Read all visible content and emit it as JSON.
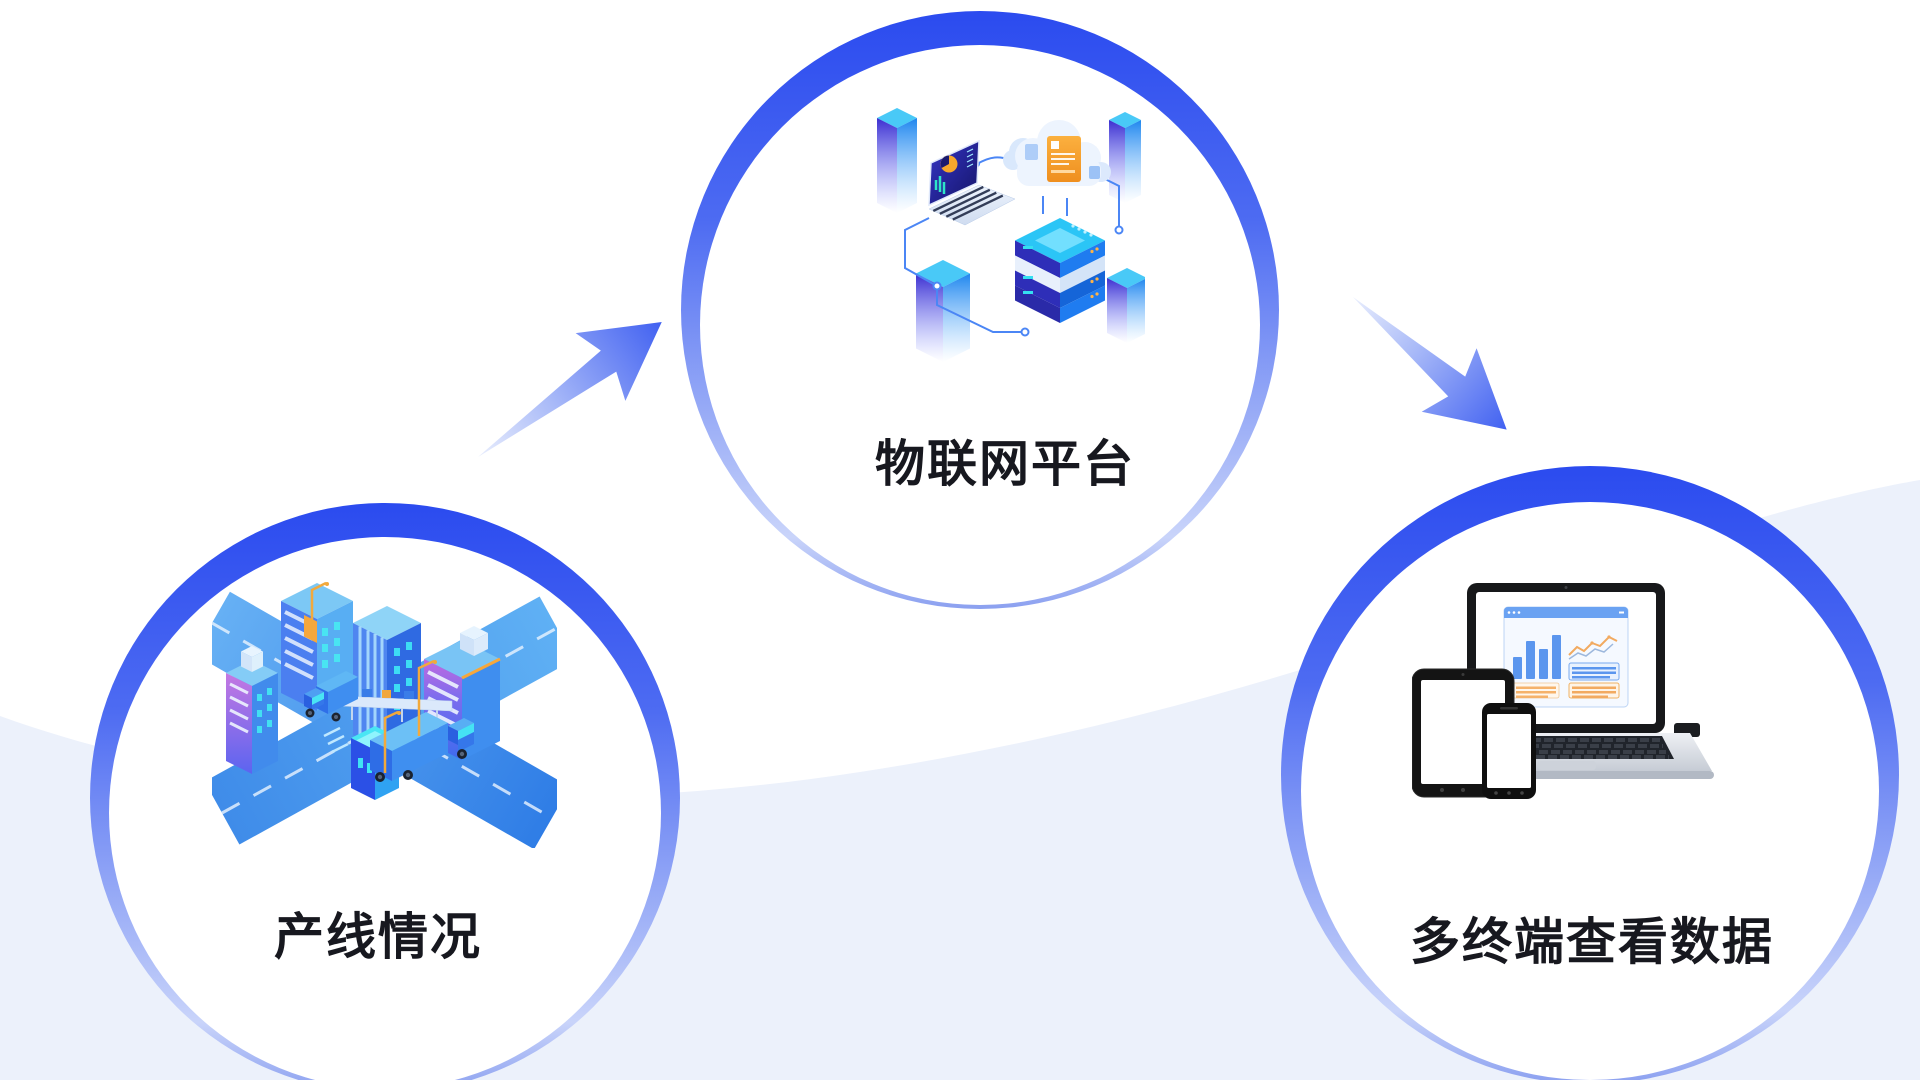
{
  "diagram": {
    "title": "IoT production-line data flow diagram",
    "background": {
      "top_color": "#ffffff",
      "wave_color": "#ecf1fb"
    },
    "colors": {
      "ring_blue_top": "#2b4bef",
      "ring_blue_fade": "#8ba0f0",
      "arrow_blue": "#4161f1",
      "label_text": "#17181f",
      "illustration_blue": "#3f8ef0",
      "illustration_cyan": "#49e4f2",
      "illustration_orange": "#f5a73c"
    },
    "nodes": [
      {
        "id": "production-line",
        "label": "产线情况",
        "icon": "smart-city-factory-illustration"
      },
      {
        "id": "iot-platform",
        "label": "物联网平台",
        "icon": "cloud-server-laptop-illustration"
      },
      {
        "id": "multi-terminal",
        "label": "多终端查看数据",
        "icon": "laptop-tablet-phone-illustration"
      }
    ],
    "arrows": [
      {
        "id": "arrow-production-to-platform",
        "from": "production-line",
        "to": "iot-platform",
        "direction": "up-right"
      },
      {
        "id": "arrow-platform-to-terminal",
        "from": "iot-platform",
        "to": "multi-terminal",
        "direction": "down-right"
      }
    ]
  }
}
